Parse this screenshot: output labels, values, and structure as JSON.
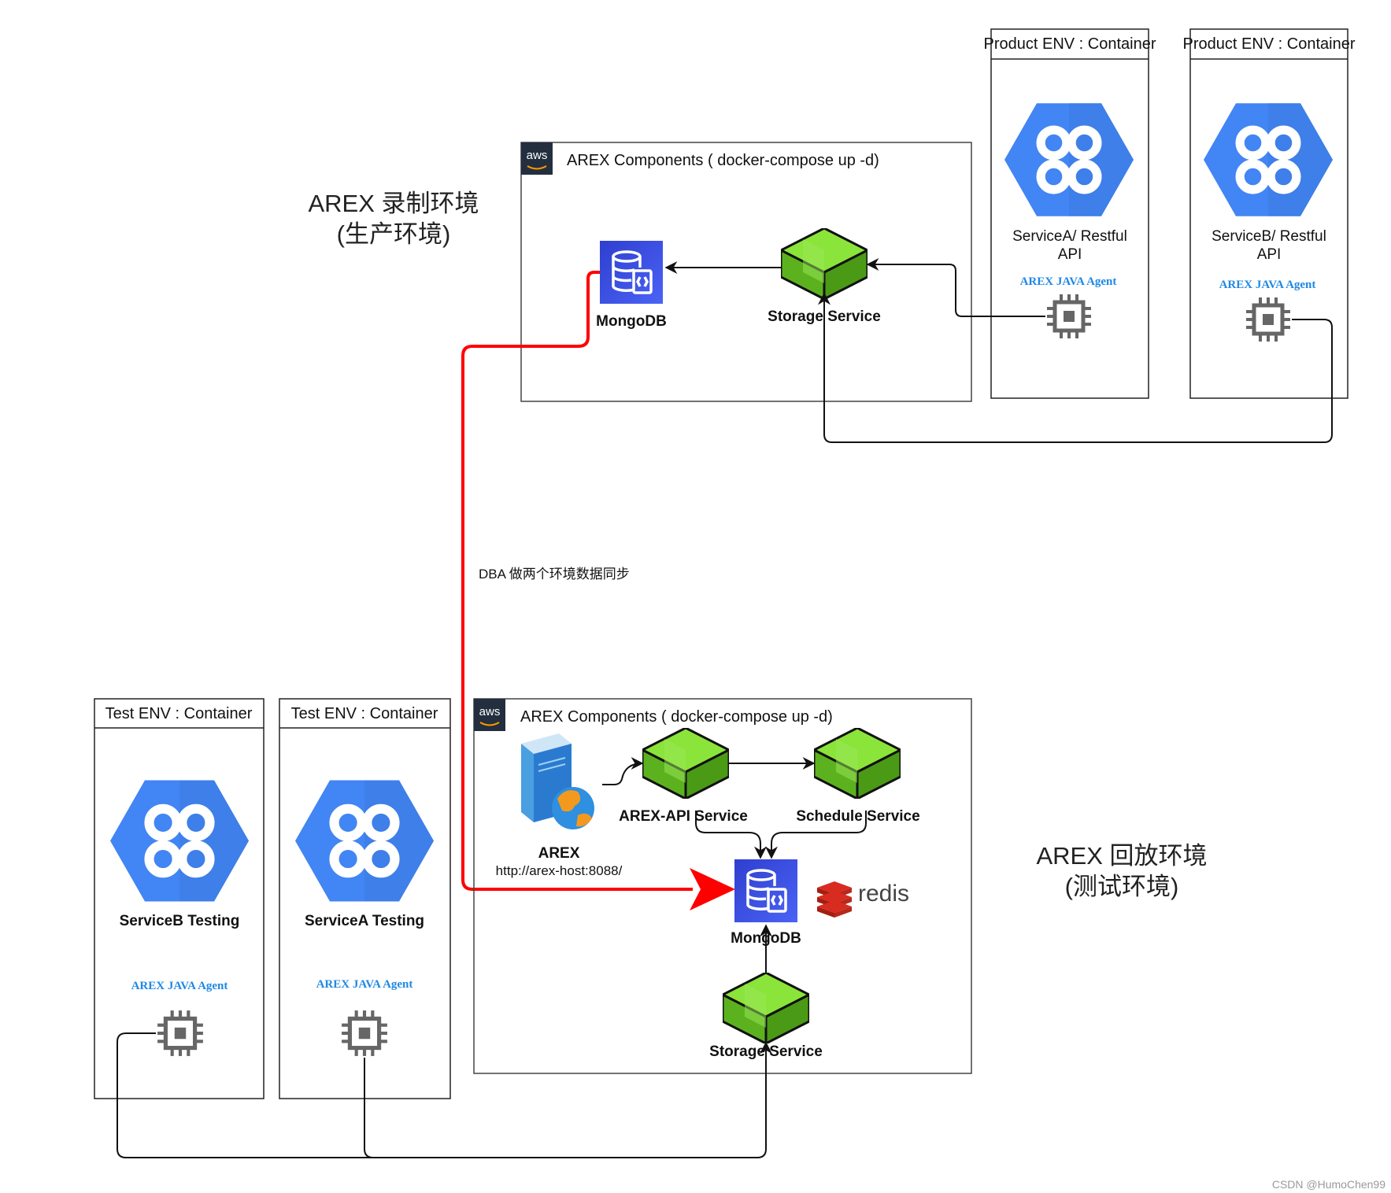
{
  "product_env": {
    "title": "AREX 录制环境",
    "subtitle": "(生产环境)",
    "group_label": "AREX Components ( docker-compose up -d)",
    "aws_badge": "aws",
    "mongodb": "MongoDB",
    "storage_service": "Storage Service",
    "containers": [
      {
        "header": "Product ENV : Container",
        "service_line1": "ServiceA/ Restful",
        "service_line2": "API",
        "agent": "AREX JAVA Agent"
      },
      {
        "header": "Product ENV : Container",
        "service_line1": "ServiceB/ Restful",
        "service_line2": "API",
        "agent": "AREX JAVA Agent"
      }
    ]
  },
  "sync_label": "DBA 做两个环境数据同步",
  "test_env": {
    "title": "AREX 回放环境",
    "subtitle": "(测试环境)",
    "group_label": "AREX Components ( docker-compose up -d)",
    "aws_badge": "aws",
    "arex_name": "AREX",
    "arex_url": "http://arex-host:8088/",
    "api_service": "AREX-API Service",
    "schedule_service": "Schedule Service",
    "mongodb": "MongoDB",
    "redis": "redis",
    "storage_service": "Storage Service",
    "containers": [
      {
        "header": "Test ENV : Container",
        "service": "ServiceB Testing",
        "agent": "AREX JAVA Agent"
      },
      {
        "header": "Test ENV : Container",
        "service": "ServiceA Testing",
        "agent": "AREX JAVA Agent"
      }
    ]
  },
  "watermark": "CSDN @HumoChen99",
  "colors": {
    "sync_line": "#ff0000",
    "hexagon": "#4285f4",
    "box_green": "#6ccc1c",
    "db_blue": "#3b4fe0"
  }
}
